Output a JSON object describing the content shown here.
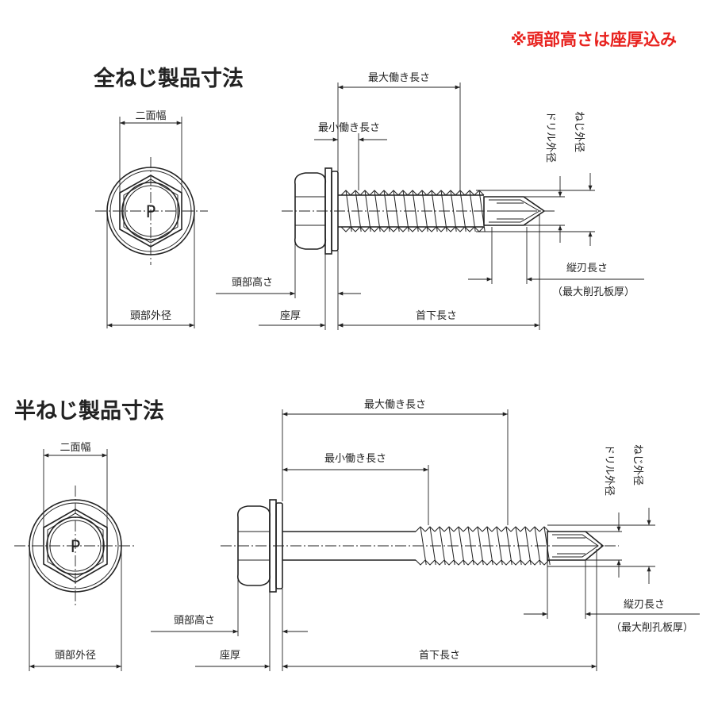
{
  "note": "※頭部高さは座厚込み",
  "colors": {
    "note": "#e8231f",
    "line": "#222222",
    "background": "#ffffff"
  },
  "full_thread": {
    "title": "全ねじ製品寸法",
    "head_mark": "P",
    "labels": {
      "across_flats": "二面幅",
      "head_outer_diameter": "頭部外径",
      "head_height": "頭部高さ",
      "washer_thickness": "座厚",
      "length_under_head": "首下長さ",
      "max_working_length": "最大働き長さ",
      "min_working_length": "最小働き長さ",
      "drill_diameter": "ドリル外径",
      "thread_diameter": "ねじ外径",
      "flute_length": "縦刃長さ",
      "max_drill_thickness": "（最大削孔板厚）"
    }
  },
  "half_thread": {
    "title": "半ねじ製品寸法",
    "head_mark": "P",
    "labels": {
      "across_flats": "二面幅",
      "head_outer_diameter": "頭部外径",
      "head_height": "頭部高さ",
      "washer_thickness": "座厚",
      "length_under_head": "首下長さ",
      "max_working_length": "最大働き長さ",
      "min_working_length": "最小働き長さ",
      "drill_diameter": "ドリル外径",
      "thread_diameter": "ねじ外径",
      "flute_length": "縦刃長さ",
      "max_drill_thickness": "（最大削孔板厚）"
    }
  }
}
